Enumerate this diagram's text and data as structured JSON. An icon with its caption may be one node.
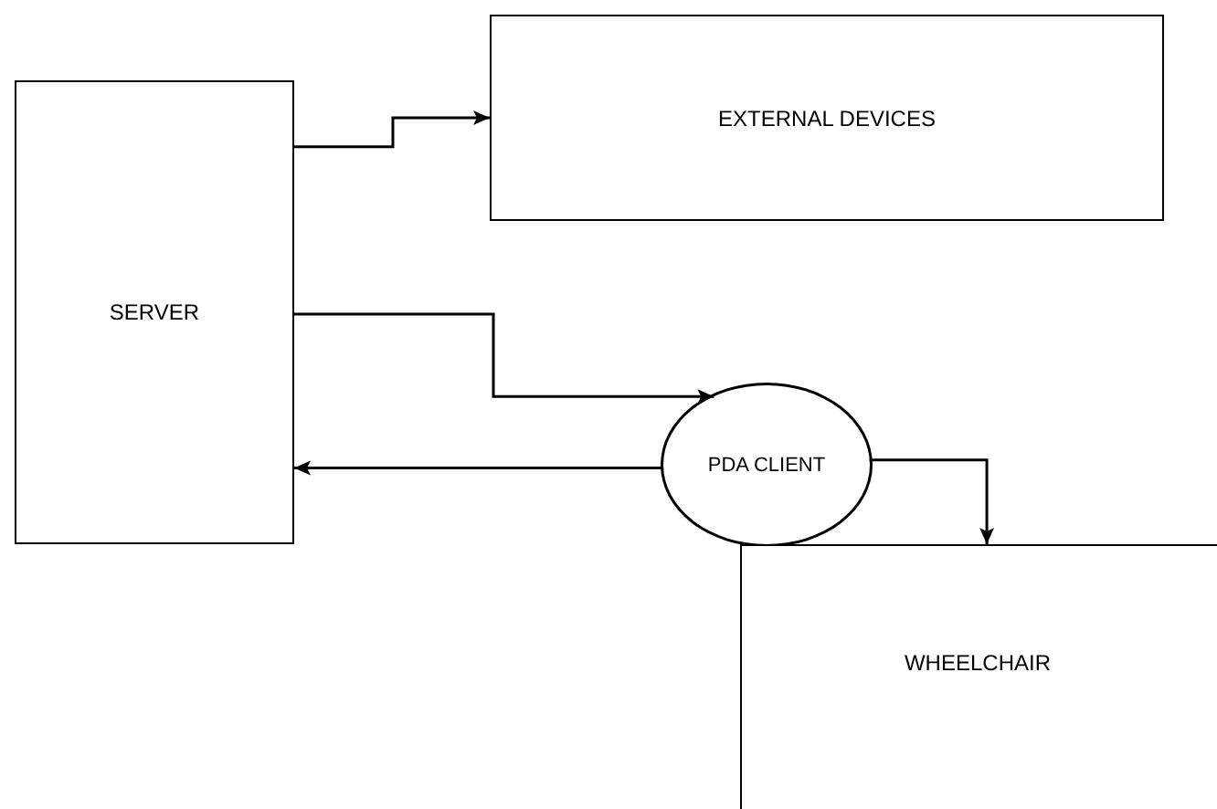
{
  "diagram": {
    "nodes": [
      {
        "text": [
          "SERVER"
        ]
      },
      {
        "text": [
          "EXTERNAL DEVICES"
        ]
      },
      {
        "text": [
          "PDA CLIENT"
        ]
      },
      {
        "text": [
          "WHEELCHAIR"
        ]
      }
    ],
    "edges": [
      {
        "from": 0,
        "to": 1,
        "arrow": "to"
      },
      {
        "from": 0,
        "to": 2,
        "arrow": "to"
      },
      {
        "from": 2,
        "to": 0,
        "arrow": "to"
      },
      {
        "from": 2,
        "to": 3,
        "arrow": "to"
      }
    ]
  }
}
